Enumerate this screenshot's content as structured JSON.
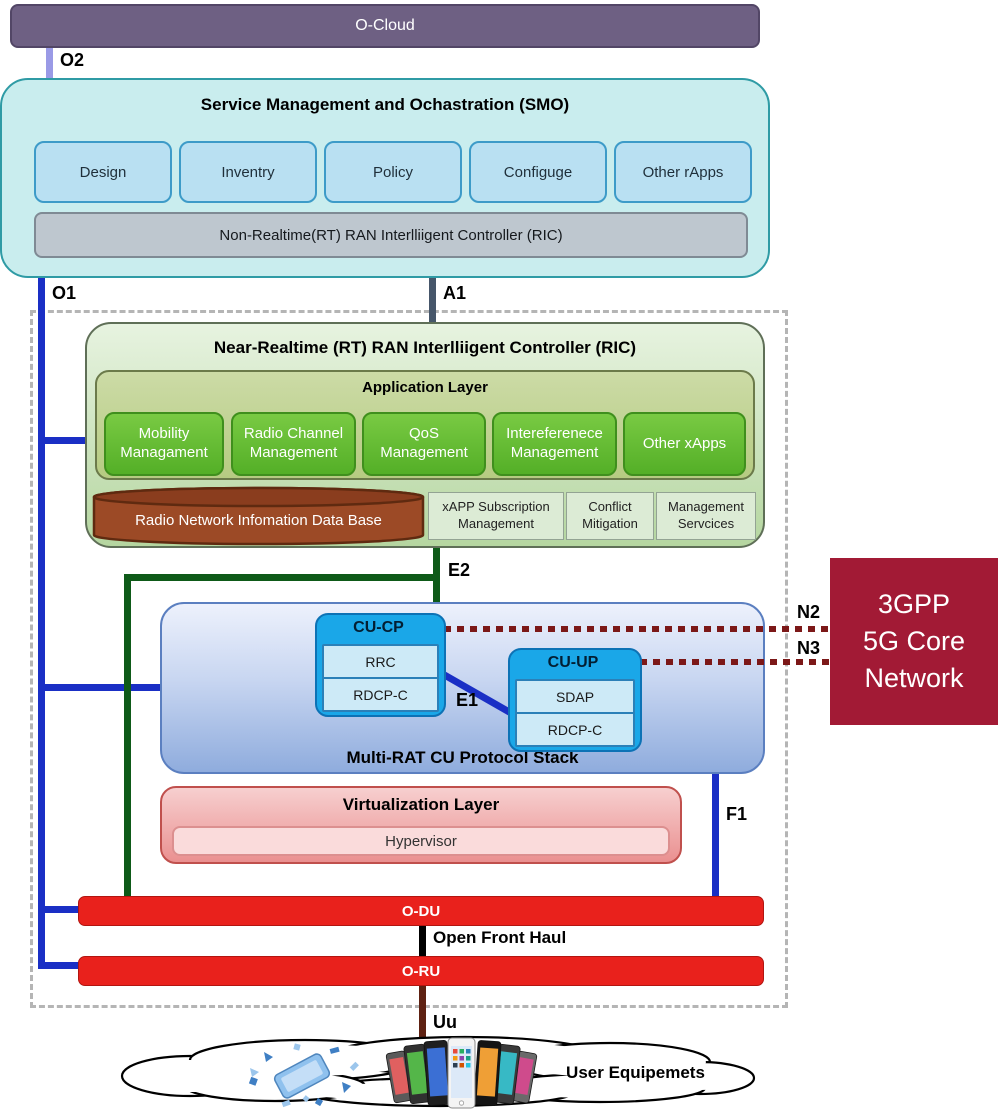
{
  "o_cloud": {
    "label": "O-Cloud"
  },
  "interfaces": {
    "o2": "O2",
    "o1": "O1",
    "a1": "A1",
    "e2": "E2",
    "e1": "E1",
    "n2": "N2",
    "n3": "N3",
    "f1": "F1",
    "uu": "Uu",
    "open_front_haul": "Open Front Haul"
  },
  "smo": {
    "title": "Service Management and Ochastration (SMO)",
    "rapps": [
      "Design",
      "Inventry",
      "Policy",
      "Configuge",
      "Other rApps"
    ],
    "non_rt_ric": "Non-Realtime(RT) RAN Interlliigent Controller (RIC)"
  },
  "near_rt_ric": {
    "title": "Near-Realtime (RT) RAN Interlliigent Controller (RIC)",
    "application_layer": {
      "title": "Application Layer",
      "xapps": [
        "Mobility Managament",
        "Radio Channel Management",
        "QoS Management",
        "Intereferenece Management",
        "Other xApps"
      ]
    },
    "database_label": "Radio Network Infomation Data Base",
    "platform_functions": [
      "xAPP Subscription Management",
      "Conflict Mitigation",
      "Management Servcices"
    ]
  },
  "cu_stack": {
    "title": "Multi-RAT CU Protocol Stack",
    "cu_cp": {
      "title": "CU-CP",
      "layers": [
        "RRC",
        "RDCP-C"
      ]
    },
    "cu_up": {
      "title": "CU-UP",
      "layers": [
        "SDAP",
        "RDCP-C"
      ]
    }
  },
  "virtualization_layer": {
    "title": "Virtualization Layer",
    "hypervisor": "Hypervisor"
  },
  "o_du": {
    "label": "O-DU"
  },
  "o_ru": {
    "label": "O-RU"
  },
  "core_network": {
    "line1": "3GPP",
    "line2": "5G Core",
    "line3": "Network"
  },
  "user_equipment": {
    "label": "User Equipemets"
  },
  "colors": {
    "o_cloud_fill": "#6E6083",
    "smo_fill": "#C9EDEE",
    "smo_border": "#2F9BA5",
    "rapp_fill": "#B9E0F2",
    "rapp_border": "#3D9BC8",
    "non_rt_ric_fill": "#BEC7CF",
    "near_rt_fill_top": "#E7F3E0",
    "near_rt_fill_bottom": "#B5D6A0",
    "app_layer_fill": "#C2D494",
    "xapp_fill": "#62BF2E",
    "xapp_border": "#3F8F1D",
    "database_fill": "#9C4A26",
    "platform_fill": "#DCEBD5",
    "cu_fill_top": "#EDF1FC",
    "cu_fill_bottom": "#8FACDD",
    "cu_header_fill": "#1AA7E8",
    "cu_layer_fill": "#CDEAF7",
    "virtualization_fill": "#EA9090",
    "hypervisor_fill": "#FADBDB",
    "du_ru_fill": "#E9211C",
    "core_fill": "#A21A35",
    "line_o1": "#1A2FC5",
    "line_o2": "#9A9AE6",
    "line_a1": "#46566A",
    "line_e2": "#0E5A18",
    "line_n2_n3": "#7C1818",
    "line_uu": "#5E2112",
    "line_open_front_haul": "#000000"
  }
}
